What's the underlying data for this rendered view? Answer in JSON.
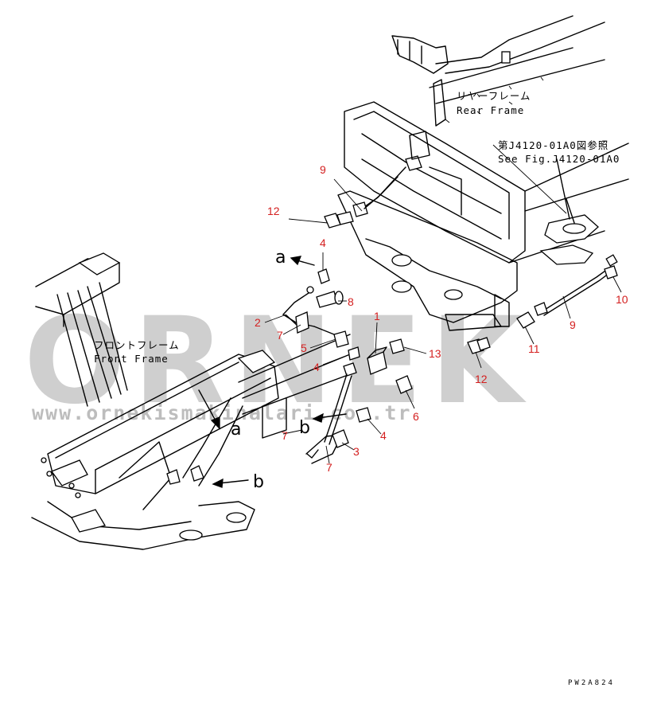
{
  "watermark": {
    "brand": "ORNEK",
    "url": "www.ornekismakinalari.com.tr"
  },
  "frames": {
    "rear_jp": "リヤーフレーム",
    "rear_en": "Rear Frame",
    "front_jp": "フロントフレーム",
    "front_en": "Front Frame"
  },
  "reference": {
    "jp": "第J4120-01A0図参照",
    "en": "See Fig.J4120-01A0"
  },
  "view_letters": {
    "a": "a",
    "b": "b"
  },
  "callouts": [
    "9",
    "12",
    "4",
    "8",
    "2",
    "7",
    "5",
    "4",
    "1",
    "13",
    "12",
    "11",
    "9",
    "10",
    "6",
    "4",
    "3",
    "7",
    "7"
  ],
  "drawing_code": "PW2A824",
  "colors": {
    "callout": "#d42020",
    "watermark": "#cfcfcf"
  }
}
